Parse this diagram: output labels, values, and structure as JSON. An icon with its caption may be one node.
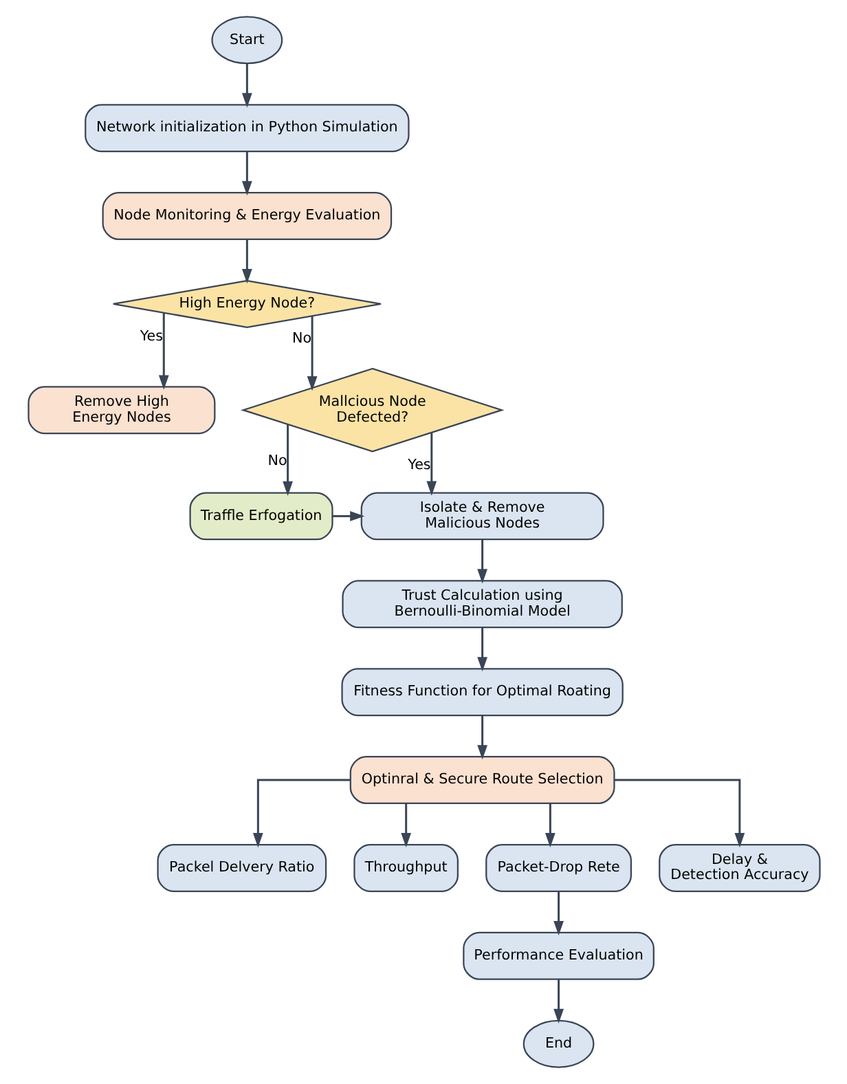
{
  "diagram": {
    "nodes": [
      {
        "text": [
          "Start"
        ]
      },
      {
        "text": [
          "Network initialization in Python Simulation"
        ]
      },
      {
        "text": [
          "Node Monitoring & Energy Evaluation"
        ]
      },
      {
        "text": [
          "High Energy Node?"
        ]
      },
      {
        "text": [
          "Remove High Energy Nodes"
        ]
      },
      {
        "text": [
          "Mallcious Node Defected?"
        ]
      },
      {
        "text": [
          "Isolate & Remove Malicious Nodes"
        ]
      },
      {
        "text": [
          "Traffle Erfogation"
        ]
      },
      {
        "text": [
          "Trust Calculation using Bernoulli-Binomial Model"
        ]
      },
      {
        "text": [
          "Fitness Function for Optimal Roating"
        ]
      },
      {
        "text": [
          "Optinral & Secure Route Selection"
        ]
      },
      {
        "text": [
          "Packel Delvery Ratio"
        ]
      },
      {
        "text": [
          "Throughput"
        ]
      },
      {
        "text": [
          "Packet-Drop Rete"
        ]
      },
      {
        "text": [
          "Delay & Detection Accuracy"
        ]
      },
      {
        "text": [
          "Performance Evaluation"
        ]
      },
      {
        "text": [
          "End"
        ]
      }
    ],
    "edges": [
      {
        "from": 0,
        "to": 1,
        "arrow": "to"
      },
      {
        "from": 1,
        "to": 2,
        "arrow": "to"
      },
      {
        "from": 2,
        "to": 3,
        "arrow": "to"
      },
      {
        "from": 3,
        "to": 4,
        "arrow": "to",
        "label": "Yes"
      },
      {
        "from": 3,
        "to": 5,
        "arrow": "to",
        "label": "No"
      },
      {
        "from": 5,
        "to": 6,
        "arrow": "to",
        "label": "Yes"
      },
      {
        "from": 5,
        "to": 7,
        "arrow": "to",
        "label": "No"
      },
      {
        "from": 7,
        "to": 6,
        "arrow": "to"
      },
      {
        "from": 6,
        "to": 8,
        "arrow": "to"
      },
      {
        "from": 8,
        "to": 9,
        "arrow": "to"
      },
      {
        "from": 9,
        "to": 10,
        "arrow": "to"
      },
      {
        "from": 10,
        "to": 11,
        "arrow": "to"
      },
      {
        "from": 10,
        "to": 12,
        "arrow": "to"
      },
      {
        "from": 10,
        "to": 13,
        "arrow": "to"
      },
      {
        "from": 10,
        "to": 14,
        "arrow": "to"
      },
      {
        "from": 13,
        "to": 15,
        "arrow": "to"
      },
      {
        "from": 15,
        "to": 16,
        "arrow": "to"
      }
    ]
  }
}
